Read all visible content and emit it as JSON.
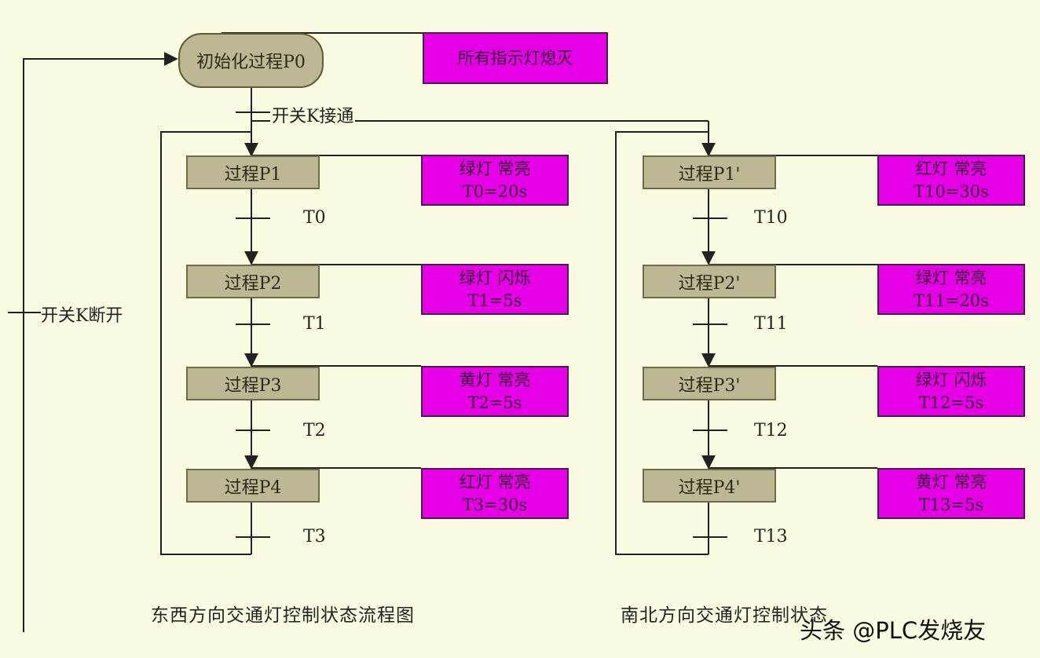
{
  "init": {
    "step": "初始化过程P0",
    "action": "所有指示灯熄灭"
  },
  "conditions": {
    "switch_on": "开关K接通",
    "switch_off": "开关K断开"
  },
  "east_west": {
    "caption": "东西方向交通灯控制状态流程图",
    "steps": [
      {
        "label": "过程P1",
        "action_line1": "绿灯 常亮",
        "action_line2": "T0=20s",
        "transition": "T0"
      },
      {
        "label": "过程P2",
        "action_line1": "绿灯 闪烁",
        "action_line2": "T1=5s",
        "transition": "T1"
      },
      {
        "label": "过程P3",
        "action_line1": "黄灯 常亮",
        "action_line2": "T2=5s",
        "transition": "T2"
      },
      {
        "label": "过程P4",
        "action_line1": "红灯 常亮",
        "action_line2": "T3=30s",
        "transition": "T3"
      }
    ]
  },
  "south_north": {
    "caption": "南北方向交通灯控制状态",
    "steps": [
      {
        "label": "过程P1'",
        "action_line1": "红灯 常亮",
        "action_line2": "T10=30s",
        "transition": "T10"
      },
      {
        "label": "过程P2'",
        "action_line1": "绿灯 常亮",
        "action_line2": "T11=20s",
        "transition": "T11"
      },
      {
        "label": "过程P3'",
        "action_line1": "绿灯 闪烁",
        "action_line2": "T12=5s",
        "transition": "T12"
      },
      {
        "label": "过程P4'",
        "action_line1": "黄灯 常亮",
        "action_line2": "T13=5s",
        "transition": "T13"
      }
    ]
  },
  "watermark": "头条 @PLC发烧友"
}
